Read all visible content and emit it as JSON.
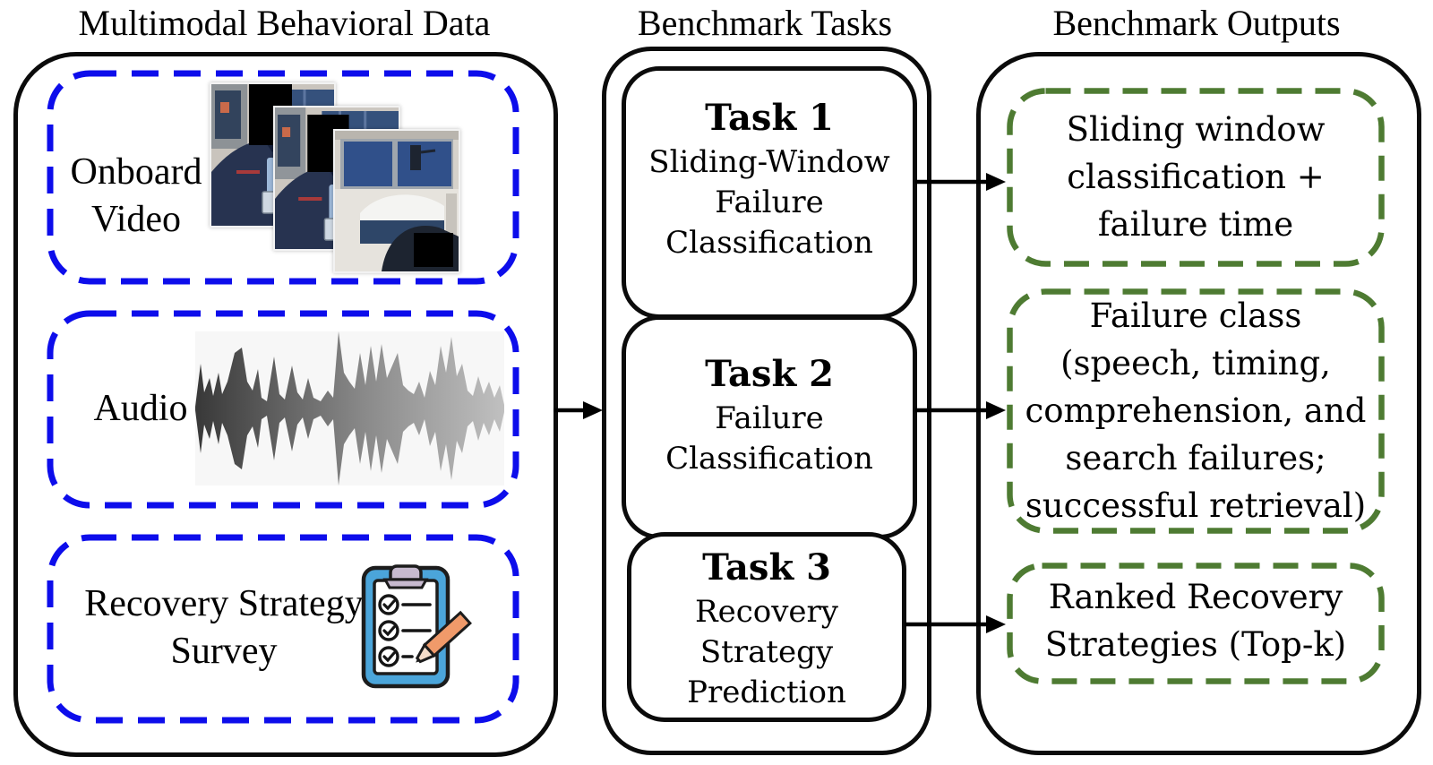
{
  "headers": {
    "left": "Multimodal Behavioral Data",
    "middle": "Benchmark Tasks",
    "right": "Benchmark Outputs"
  },
  "data_column": {
    "video": {
      "label_line1": "Onboard",
      "label_line2": "Video"
    },
    "audio": {
      "label": "Audio"
    },
    "survey": {
      "label_line1": "Recovery Strategy",
      "label_line2": "Survey"
    }
  },
  "tasks": [
    {
      "title": "Task 1",
      "lines": [
        "Sliding-Window",
        "Failure",
        "Classification"
      ]
    },
    {
      "title": "Task 2",
      "lines": [
        "Failure",
        "Classification"
      ]
    },
    {
      "title": "Task 3",
      "lines": [
        "Recovery",
        "Strategy",
        "Prediction"
      ]
    }
  ],
  "outputs": [
    {
      "lines": [
        "Sliding window",
        "classification +",
        "failure time"
      ]
    },
    {
      "lines": [
        "Failure class",
        "(speech, timing,",
        "comprehension, and",
        "search failures;",
        "successful retrieval)"
      ]
    },
    {
      "lines": [
        "Ranked Recovery",
        "Strategies (Top-k)"
      ]
    }
  ],
  "icons": {
    "video_frames": "onboard-video-frames",
    "waveform": "audio-waveform",
    "clipboard": "survey-clipboard-with-pencil"
  },
  "colors": {
    "data_box_border": "#0d0deb",
    "output_box_border": "#4e7b32",
    "container_border": "#0b0b0b",
    "clipboard_blue": "#4BA5DA",
    "pencil_orange": "#F09A6A"
  }
}
